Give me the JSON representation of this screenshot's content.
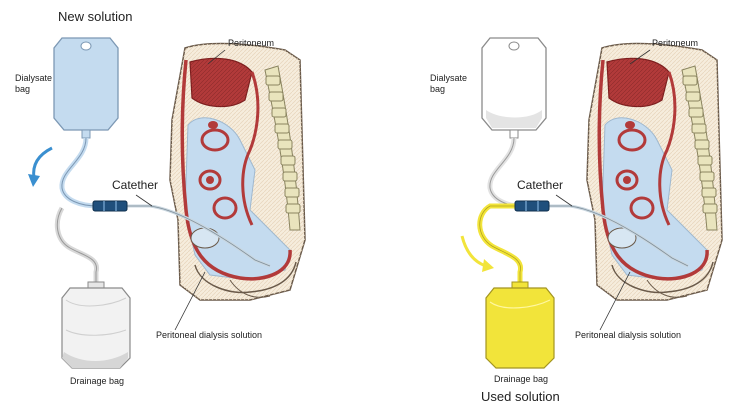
{
  "left_panel": {
    "title": "New solution",
    "dialysate_bag": "Dialysate\nbag",
    "peritoneum": "Peritoneum",
    "catheter": "Catether",
    "solution": "Peritoneal dialysis solution",
    "drainage_bag": "Drainage bag"
  },
  "right_panel": {
    "title": "Used solution",
    "dialysate_bag": "Dialysate\nbag",
    "peritoneum": "Peritoneum",
    "catheter": "Catether",
    "solution": "Peritoneal dialysis solution",
    "drainage_bag": "Drainage bag"
  },
  "colors": {
    "fresh_fluid": "#c4dbef",
    "used_fluid": "#f2e43a",
    "flow_arrow_left": "#3a8fd0",
    "flow_arrow_right": "#f2e43a",
    "organ_red": "#b23a3a",
    "spine": "#e9e4bd",
    "catheter_cuff": "#1f4f7c"
  }
}
